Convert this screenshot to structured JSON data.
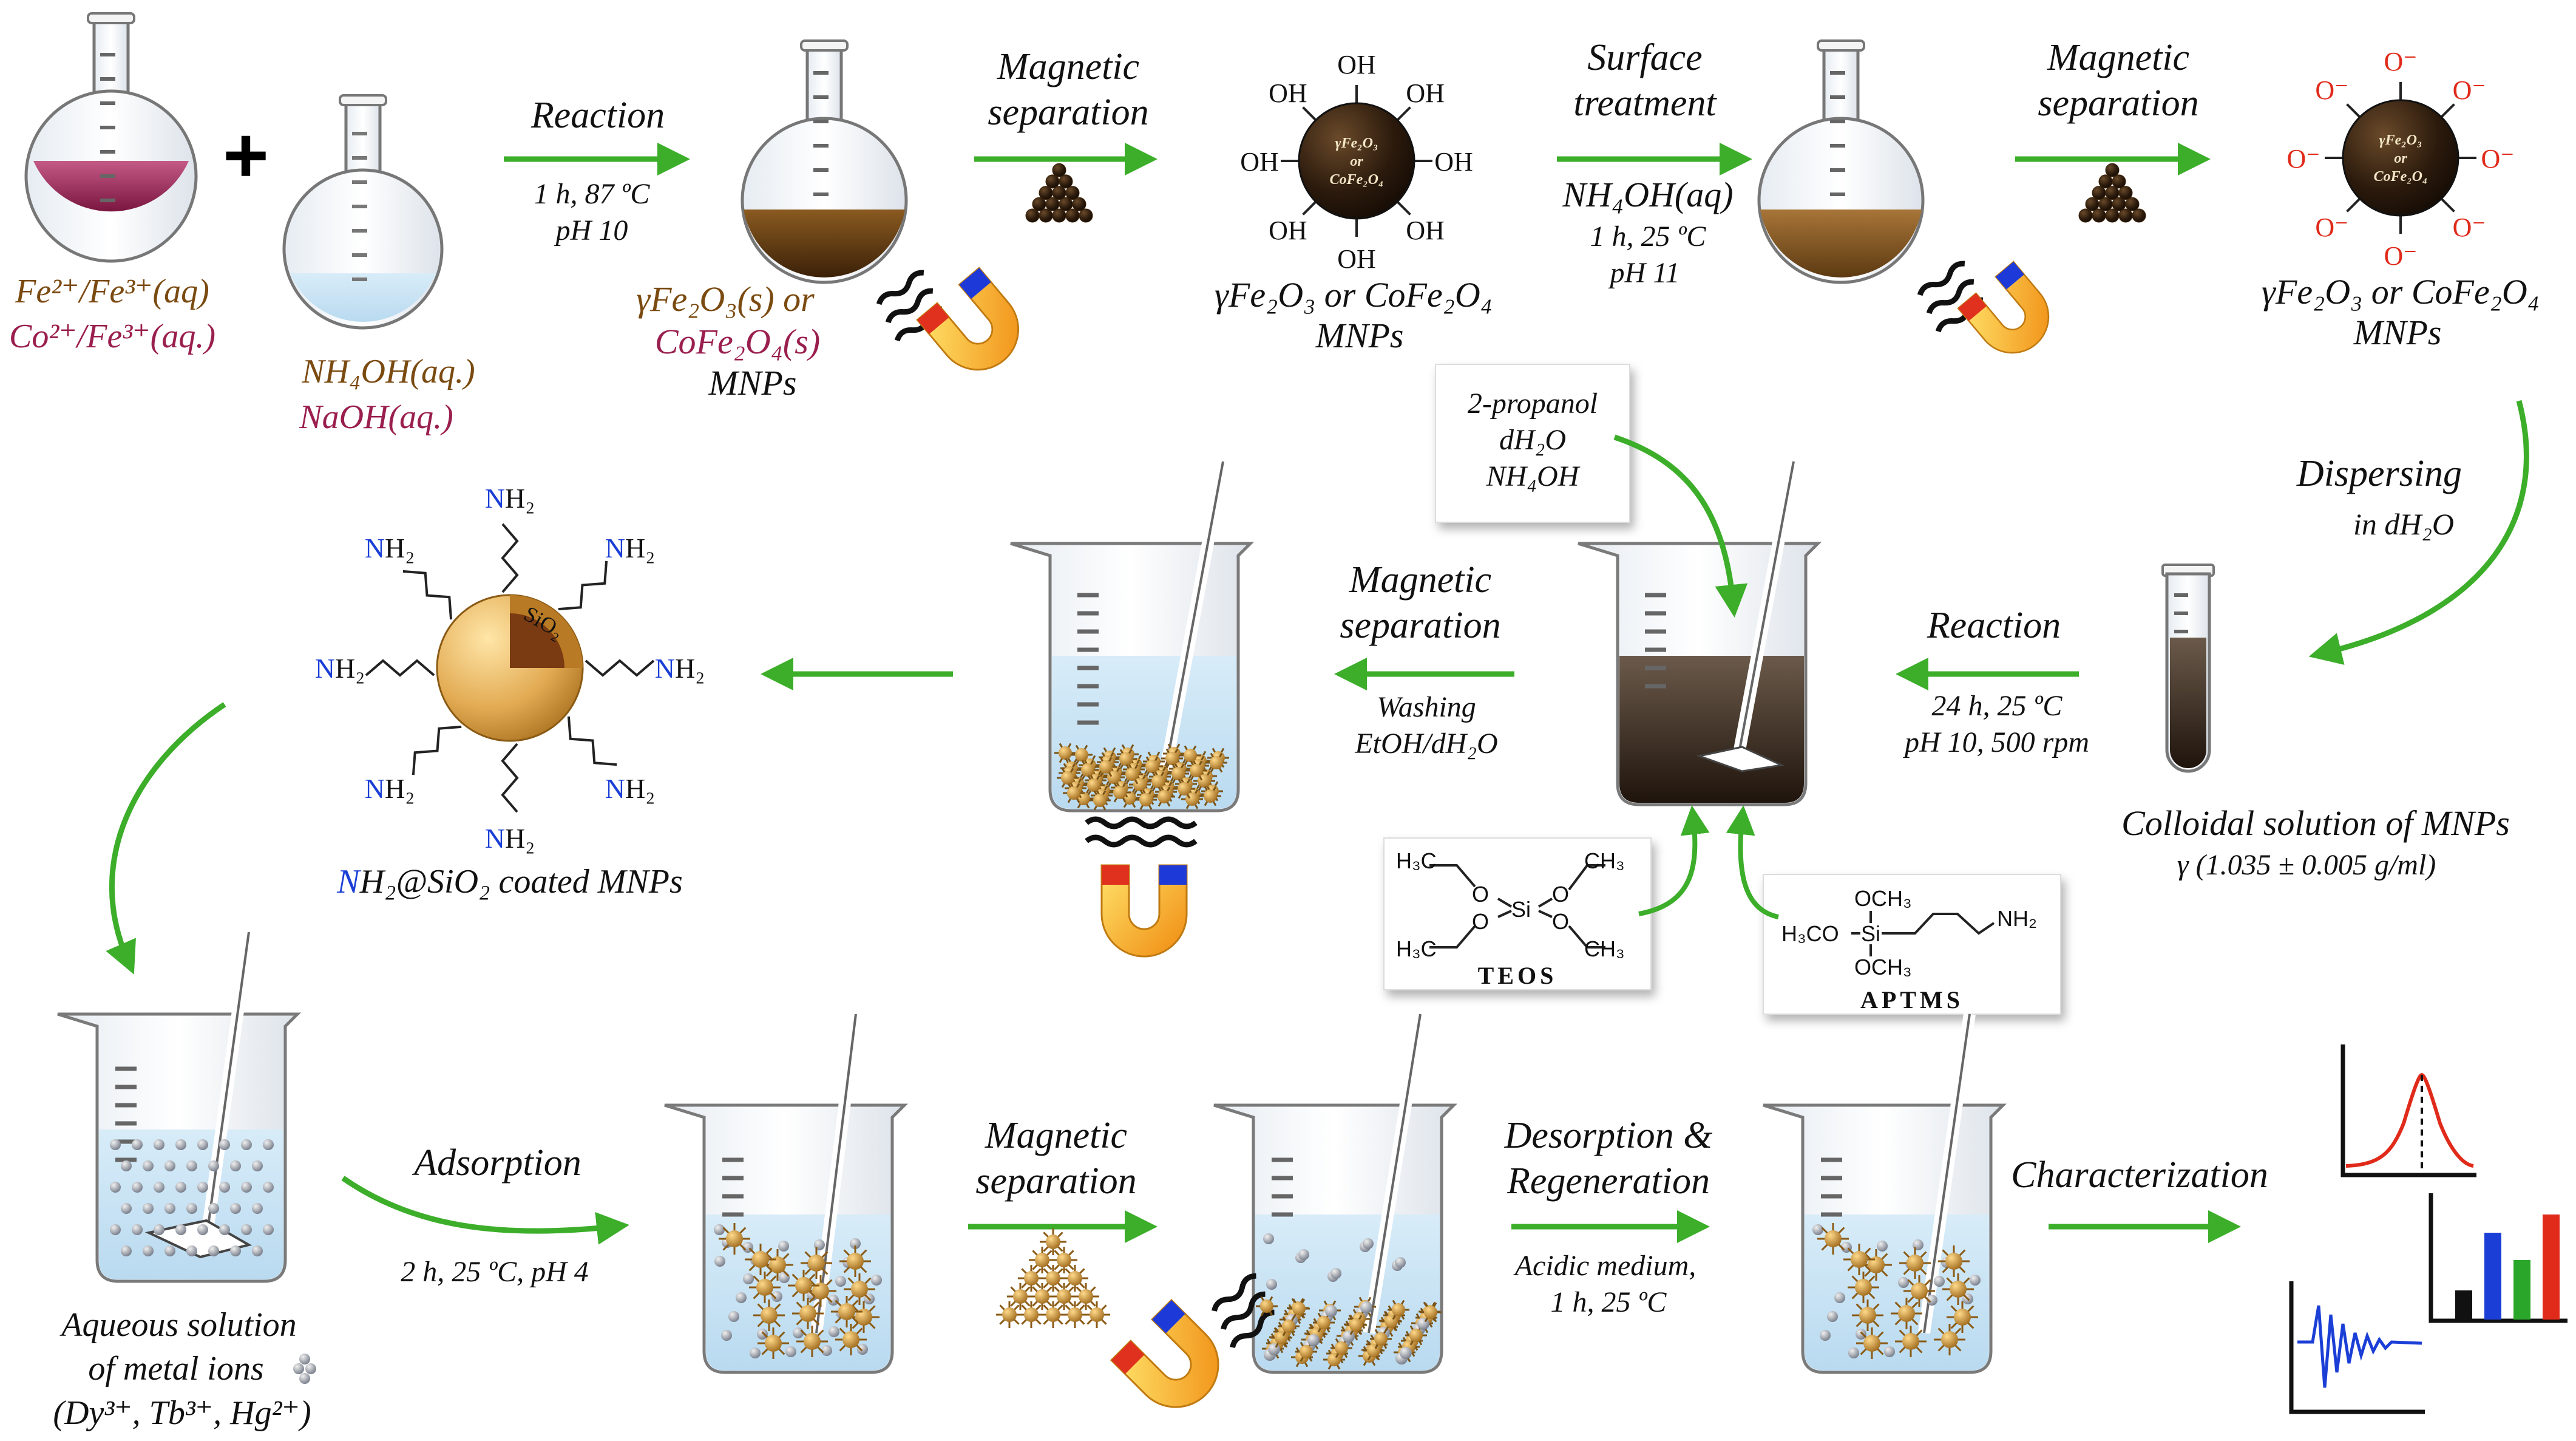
{
  "colors": {
    "arrow": "#3cae2a",
    "brown": "#7a4a10",
    "maroon": "#9a1f4e",
    "red": "#e02a1a",
    "blue": "#1b3fd6"
  },
  "row1": {
    "reactant_fe": "Fe²⁺/Fe³⁺(aq)",
    "reactant_co": "Co²⁺/Fe³⁺(aq.)",
    "plus": "+",
    "base_nh4oh": "NH₄OH(aq.)",
    "base_naoh": "NaOH(aq.)",
    "step1": {
      "title": "Reaction",
      "cond1": "1 h, 87 ºC",
      "cond2": "pH 10"
    },
    "product1": {
      "l1": "γFe₂O₃(s) or",
      "l2": "CoFe₂O₄(s)",
      "l3": "MNPs"
    },
    "step2": {
      "title1": "Magnetic",
      "title2": "separation"
    },
    "np_oh": {
      "core1": "γFe₂O₃",
      "core2": "or",
      "core3": "CoFe₂O₄",
      "group": "OH",
      "caption1": "γFe₂O₃ or CoFe₂O₄",
      "caption2": "MNPs"
    },
    "step3": {
      "title1": "Surface",
      "title2": "treatment",
      "reagent": "NH₄OH(aq)",
      "cond1": "1 h, 25 ºC",
      "cond2": "pH 11"
    },
    "step4": {
      "title1": "Magnetic",
      "title2": "separation"
    },
    "np_o": {
      "core1": "γFe₂O₃",
      "core2": "or",
      "core3": "CoFe₂O₄",
      "group": "O⁻",
      "caption1": "γFe₂O₃ or CoFe₂O₄",
      "caption2": "MNPs"
    }
  },
  "row2": {
    "dispersing": {
      "title": "Dispersing",
      "sub": "in dH₂O"
    },
    "colloid": {
      "l1": "Colloidal solution of MNPs",
      "l2": "γ (1.035 ± 0.005 g/ml)"
    },
    "reaction": {
      "title": "Reaction",
      "cond1": "24 h, 25 ºC",
      "cond2": "pH 10, 500 rpm"
    },
    "solvent_box": {
      "l1": "2-propanol",
      "l2": "dH₂O",
      "l3": "NH₄OH"
    },
    "teos": {
      "name": "TEOS",
      "h3c_top": "H₃C",
      "o": "O",
      "si": "Si",
      "ch3": "CH₃",
      "h3c_bot": "H₃C"
    },
    "aptms": {
      "name": "APTMS",
      "och3": "OCH₃",
      "h3co": "H₃CO",
      "si": "Si",
      "nh2": "NH₂"
    },
    "magsep": {
      "title1": "Magnetic",
      "title2": "separation",
      "sub1": "Washing",
      "sub2": "EtOH/dH₂O"
    },
    "coated": {
      "nh2": "NH₂",
      "sio2": "SiO₂",
      "caption_n": "N",
      "caption_rest": "H₂@SiO₂ coated MNPs"
    }
  },
  "row3": {
    "ions": {
      "l1": "Aqueous solution",
      "l2": "of metal ions",
      "l3": "(Dy³⁺, Tb³⁺, Hg²⁺)"
    },
    "adsorption": {
      "title": "Adsorption",
      "cond": "2 h, 25 ºC, pH 4"
    },
    "magsep": {
      "title1": "Magnetic",
      "title2": "separation"
    },
    "desorption": {
      "title1": "Desorption &",
      "title2": "Regeneration",
      "cond1": "Acidic medium,",
      "cond2": "1 h, 25 ºC"
    },
    "characterization": {
      "title": "Characterization"
    }
  }
}
